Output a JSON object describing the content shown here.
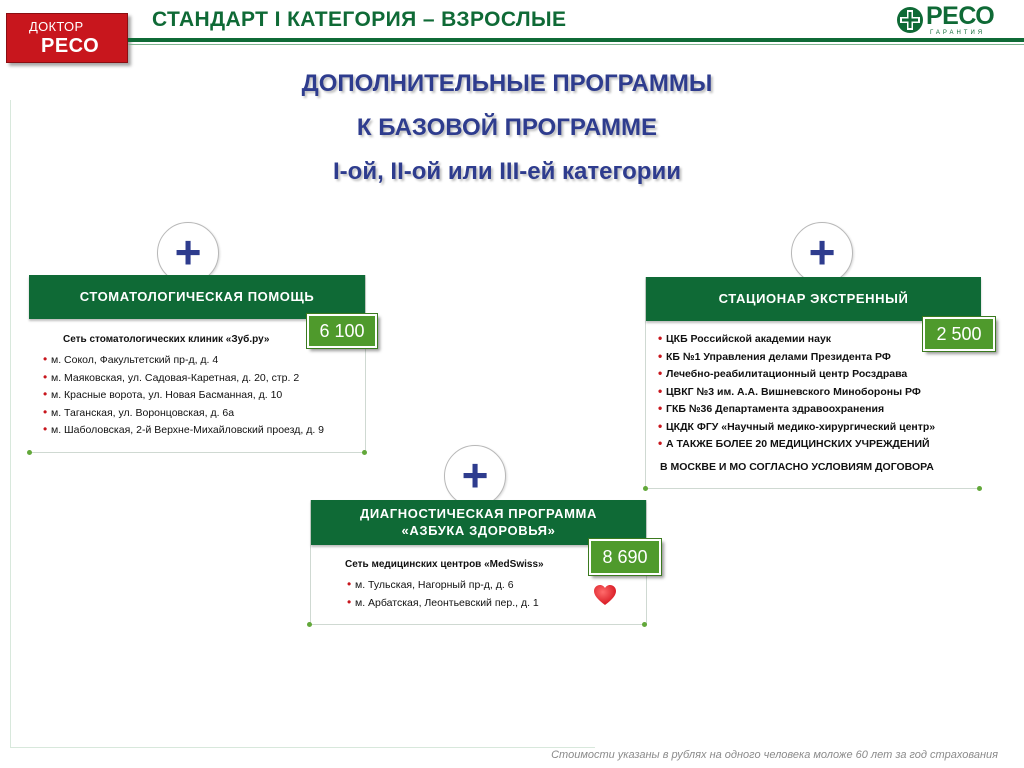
{
  "header": {
    "logo_left_line1": "ДОКТОР",
    "logo_left_line2": "РЕСО",
    "title": "СТАНДАРТ I КАТЕГОРИЯ – ВЗРОСЛЫЕ",
    "logo_right_brand": "РЕСО",
    "logo_right_sub": "ГАРАНТИЯ"
  },
  "headings": {
    "line1": "ДОПОЛНИТЕЛЬНЫЕ ПРОГРАММЫ",
    "line2": "К БАЗОВОЙ ПРОГРАММЕ",
    "line3": "I-ой, II-ой или III-ей категории"
  },
  "plus_symbol": "+",
  "dental": {
    "title": "СТОМАТОЛОГИЧЕСКАЯ ПОМОЩЬ",
    "price": "6 100",
    "network": "Сеть стоматологических клиник «Зуб.ру»",
    "addresses": [
      "м. Сокол, Факультетский пр-д, д. 4",
      "м. Маяковская, ул. Садовая-Каретная, д. 20, стр. 2",
      "м. Красные ворота, ул. Новая Басманная, д. 10",
      "м. Таганская, ул. Воронцовская, д. 6а",
      "м. Шаболовская, 2-й Верхне-Михайловский проезд, д. 9"
    ]
  },
  "hospital": {
    "title": "СТАЦИОНАР ЭКСТРЕННЫЙ",
    "price": "2 500",
    "items": [
      "ЦКБ Российской академии наук",
      "КБ №1 Управления делами Президента РФ",
      "Лечебно-реабилитационный центр Росздрава",
      "ЦВКГ №3 им. А.А. Вишневского Минобороны РФ",
      "ГКБ №36 Департамента здравоохранения",
      "ЦКДК ФГУ «Научный медико-хирургический центр»"
    ],
    "extra_line1": "А ТАКЖЕ БОЛЕЕ 20 МЕДИЦИНСКИХ УЧРЕЖДЕНИЙ",
    "extra_line2": "В МОСКВЕ И МО СОГЛАСНО УСЛОВИЯМ ДОГОВОРА"
  },
  "diagnostic": {
    "title_line1": "ДИАГНОСТИЧЕСКАЯ ПРОГРАММА",
    "title_line2": "«АЗБУКА ЗДОРОВЬЯ»",
    "price": "8 690",
    "network": "Сеть медицинских центров «MedSwiss»",
    "addresses": [
      "м. Тульская, Нагорный пр-д, д. 6",
      "м. Арбатская, Леонтьевский пер., д. 1"
    ]
  },
  "footer": {
    "note": "Стоимости указаны в рублях на одного человека моложе 60 лет за год страхования"
  },
  "colors": {
    "brand_green": "#0f6a36",
    "price_green": "#4f9a2c",
    "heading_blue": "#2e3c8e",
    "brand_red": "#c8161d"
  },
  "icons": [
    "plus-icon",
    "heart-icon",
    "reso-cross-icon",
    "bullet-icon"
  ]
}
